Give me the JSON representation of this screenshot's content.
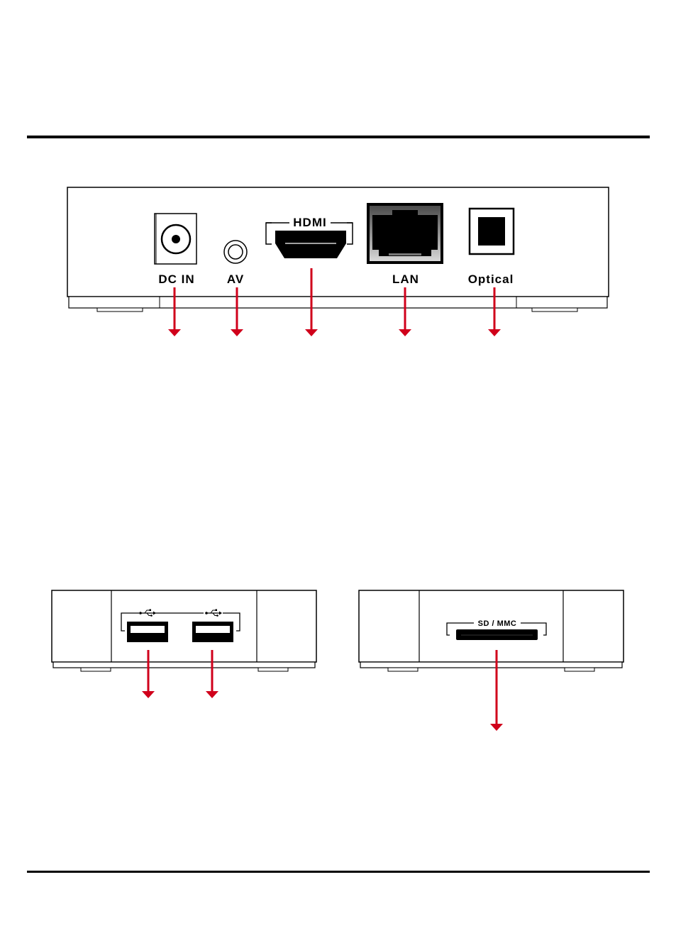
{
  "rear_panel": {
    "ports": [
      {
        "label": "DC IN"
      },
      {
        "label": "AV"
      },
      {
        "label": "HDMI"
      },
      {
        "label": "LAN"
      },
      {
        "label": "Optical"
      }
    ]
  },
  "side_usb": {
    "ports": [
      {
        "icon": "usb-icon"
      },
      {
        "icon": "usb-icon"
      }
    ]
  },
  "side_card": {
    "slot_label": "SD / MMC"
  },
  "colors": {
    "arrow": "#d0001b",
    "outline": "#000000"
  }
}
